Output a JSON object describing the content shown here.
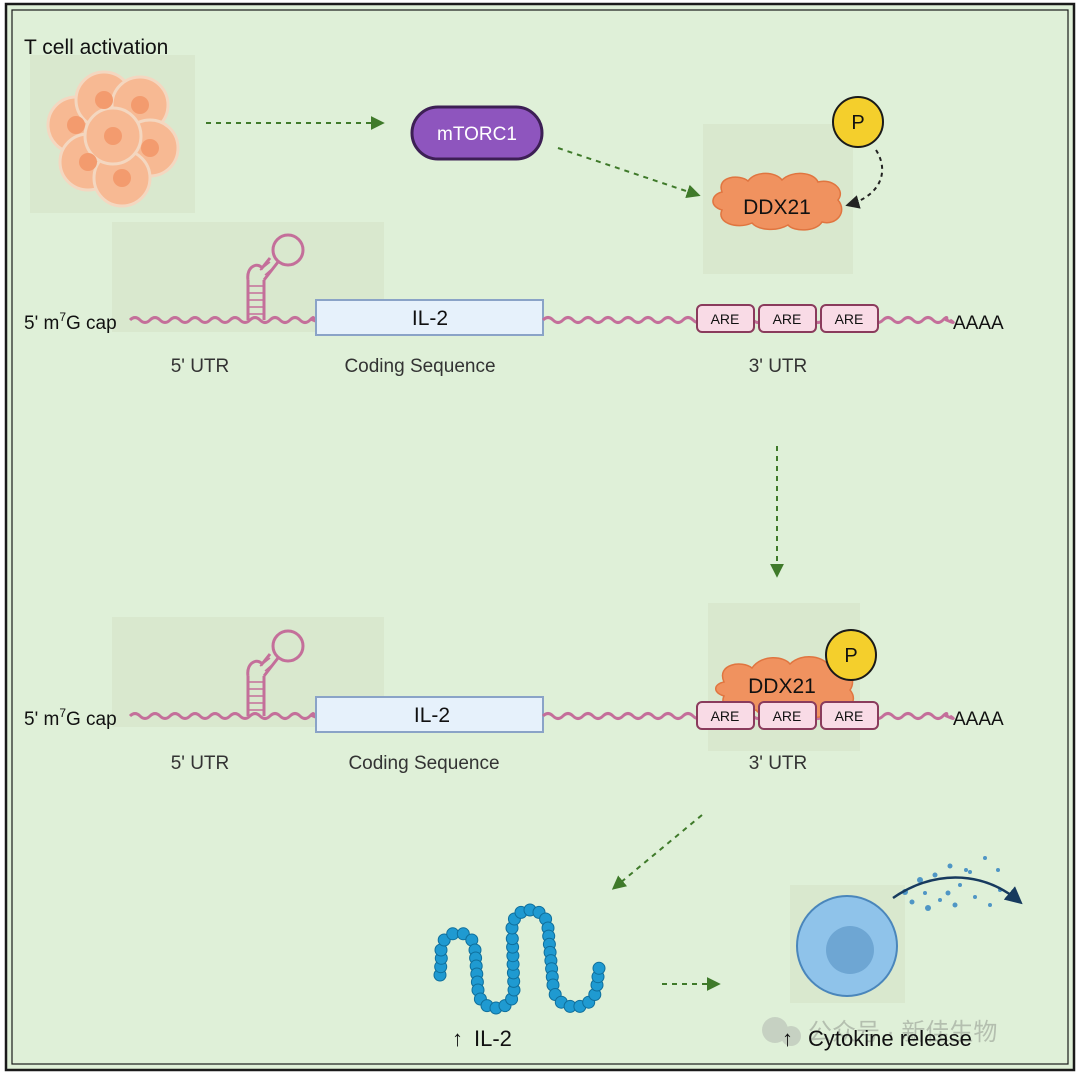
{
  "colors": {
    "background": "#dff0d8",
    "frame": "#1a1a1a",
    "arrow": "#3f7a2a",
    "mtorc1": "#8e55be",
    "ddx21": "#f0925f",
    "phosphate": "#f4cf2c",
    "mrna": "#c46f9a",
    "are_fill": "#f9dbe6",
    "cds_fill": "#e6f1fb",
    "il2_protein": "#1f9ad1",
    "cell": "#8fc3ea",
    "tcell": "#f7b993"
  },
  "title": "T cell activation",
  "mtorc1_label": "mTORC1",
  "ddx21_label": "DDX21",
  "phosphate_label": "P",
  "mrna_top": {
    "cap_prefix": "5' m",
    "cap_superscript": "7",
    "cap_suffix": "G cap",
    "cds_label": "IL-2",
    "are_labels": [
      "ARE",
      "ARE",
      "ARE"
    ],
    "polya": "AAAA",
    "utr5_label": "5' UTR",
    "cds_caption": "Coding Sequence",
    "utr3_label": "3' UTR"
  },
  "mrna_bottom": {
    "cap_prefix": "5' m",
    "cap_superscript": "7",
    "cap_suffix": "G cap",
    "cds_label": "IL-2",
    "are_labels": [
      "ARE",
      "ARE",
      "ARE"
    ],
    "polya": "AAAA",
    "utr5_label": "5' UTR",
    "cds_caption": "Coding Sequence",
    "utr3_label": "3' UTR"
  },
  "il2_output": {
    "arrow": "↑",
    "label": "IL-2"
  },
  "cytokine_output": {
    "arrow": "↑",
    "label": "Cytokine release"
  },
  "watermark": "公众号 · 新佳生物"
}
